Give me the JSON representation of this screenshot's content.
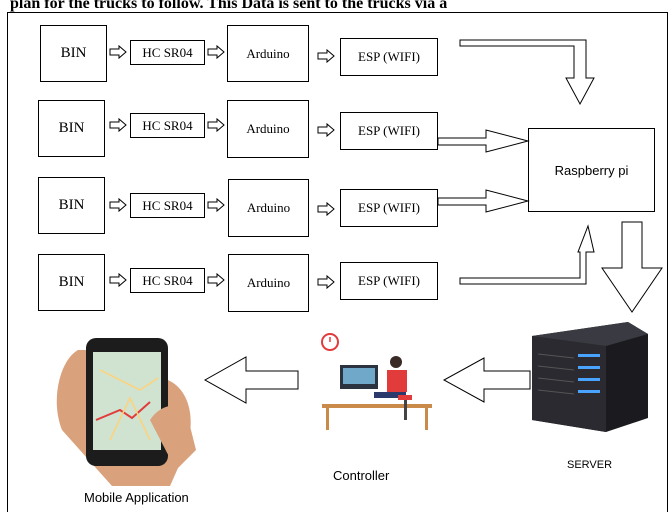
{
  "caption": "plan for the trucks to follow. This Data is sent to the trucks via a",
  "rows": [
    {
      "bin": "BIN",
      "sensor": "HC SR04",
      "board": "Arduino",
      "wifi": "ESP (WIFI)"
    },
    {
      "bin": "BIN",
      "sensor": "HC SR04",
      "board": "Arduino",
      "wifi": "ESP (WIFI)"
    },
    {
      "bin": "BIN",
      "sensor": "HC SR04",
      "board": "Arduino",
      "wifi": "ESP (WIFI)"
    },
    {
      "bin": "BIN",
      "sensor": "HC SR04",
      "board": "Arduino",
      "wifi": "ESP (WIFI)"
    }
  ],
  "raspberry": "Raspberry pi",
  "server": "SERVER",
  "controller": "Controller",
  "mobile": "Mobile Application",
  "colors": {
    "line": "#000000",
    "monitor_red": "#e23b3b",
    "server_blue": "#2a8fe0",
    "hand": "#d9a27c"
  }
}
